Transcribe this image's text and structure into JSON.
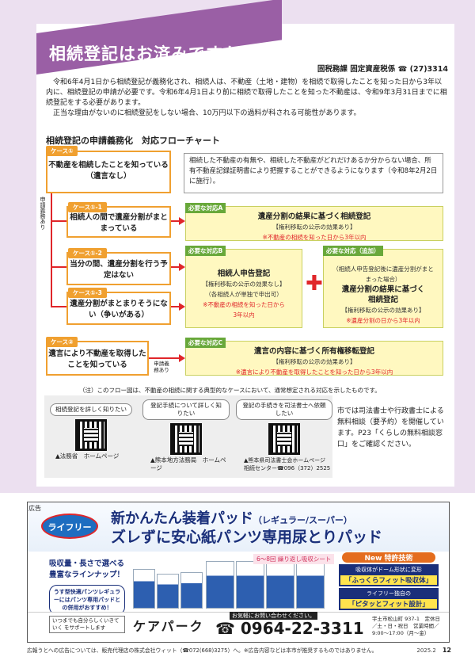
{
  "header": {
    "title": "相続登記はお済みですか？",
    "dept": "固税務課 固定資産税係 ☎ (27)3314"
  },
  "intro": [
    "令和6年4月1日から相続登記が義務化され、相続人は、不動産（土地・建物）を相続で取得したことを知った日から3年以内に、相続登記の申請が必要です。令和6年4月1日より前に相続で取得したことを知った不動産は、令和9年3月31日までに相続登記をする必要があります。",
    "正当な理由がないのに相続登記をしない場合、10万円以下の過料が科される可能性があります。"
  ],
  "flow": {
    "title": "相続登記の申請義務化　対応フローチャート",
    "case1_tag": "ケース①",
    "case1_text": "不動産を相続したことを知っている（遺言なし）",
    "note": "相続した不動産の有無や、相続した不動産がどれだけあるか分からない場合、所有不動産記録証明書により把握することができるようになります（令和8年2月2日に施行）。",
    "vertical_label": "申請義務あり",
    "case1_1_tag": "ケース①-1",
    "case1_1_text": "相続人の間で遺産分割がまとまっている",
    "case1_2_tag": "ケース①-2",
    "case1_2_text": "当分の間、遺産分割を行う予定はない",
    "case1_3_tag": "ケース①-3",
    "case1_3_text": "遺産分割がまとまりそうにない（争いがある）",
    "case2_tag": "ケース②",
    "case2_text": "遺言により不動産を取得したことを知っている",
    "case2_label": "申請義務あり",
    "a_tag": "必要な対応A",
    "a_title": "遺産分割の結果に基づく相続登記",
    "a_sub": "【権利移転の公示の効果あり】",
    "a_red": "※不動産の相続を知った日から3年以内",
    "b_tag": "必要な対応B",
    "b_title": "相続人申告登記",
    "b_sub": "【権利移転の公示の効果なし】",
    "b_sub2": "（各相続人が単独で申出可）",
    "b_red": "※不動産の相続を知った日から3年以内",
    "add_tag": "必要な対応（追加）",
    "add_pre": "（相続人申告登記後に遺産分割がまとまった場合）",
    "add_title": "遺産分割の結果に基づく相続登記",
    "add_sub": "【権利移転の公示の効果あり】",
    "add_red": "※遺産分割の日から3年以内",
    "c_tag": "必要な対応C",
    "c_title": "遺言の内容に基づく所有権移転登記",
    "c_sub": "【権利移転の公示の効果あり】",
    "c_red": "※遺言により不動産を取得したことを知った日から3年以内",
    "footnote": "（注）このフロー図は、不動産の相続に関する典型的なケースにおいて、通常想定される対応を示したものです。"
  },
  "qr": [
    {
      "label": "相続登記を詳しく知りたい",
      "caption": "▲法務省　ホームページ"
    },
    {
      "label": "登記手続について詳しく知りたい",
      "caption": "▲熊本地方法務局　ホームページ"
    },
    {
      "label": "登記の手続きを司法書士へ依頼したい",
      "caption": "▲熊本県司法書士会ホームページ　相続センター☎096（372）2525"
    }
  ],
  "consult": "市では司法書士や行政書士による無料相談（要予約）を開催しています。P23「くらしの無料相談窓口」をご確認ください。",
  "ad": {
    "label": "広告",
    "brand": "ライフリー",
    "h1": "新かんたん装着パッド",
    "h1_small": "（レギュラー/スーパー）",
    "h2": "ズレずに安心紙パンツ専用尿とりパッド",
    "left1": "吸収量・長さで選べる",
    "left2": "豊富なラインナップ！",
    "left_box": "うす型快適パンツレギュラーにはパンツ専用パッドとの併用がおすすめ！",
    "pink": "6〜8回 繰り返し吸収シート",
    "new_tech": "New 特許技術",
    "tech1_text": "吸収体がドーム形状に変形",
    "tech1_bold": "「ふっくらフィット吸収体」",
    "tech2_text": "ライフリー独自の",
    "tech2_bold": "「ピタッとフィット設計」",
    "small": "いつまでも自分らしくいきていく をサポートします",
    "carepark": "ケアパーク",
    "phone_label": "お気軽にお問い合わせください。",
    "phone": "0964-22-3311",
    "address": "宇土市松山町 937-1　定休日／土・日・祝日　営業時間／9:00〜17:00（月〜金）"
  },
  "disclaimer": "広報うとへの広告については、販売代理店の株式会社ウィット（☎072(668)3275）へ。※広告内容などは本市が推奨するものではありません。",
  "page": {
    "date": "2025.2",
    "number": "12"
  }
}
